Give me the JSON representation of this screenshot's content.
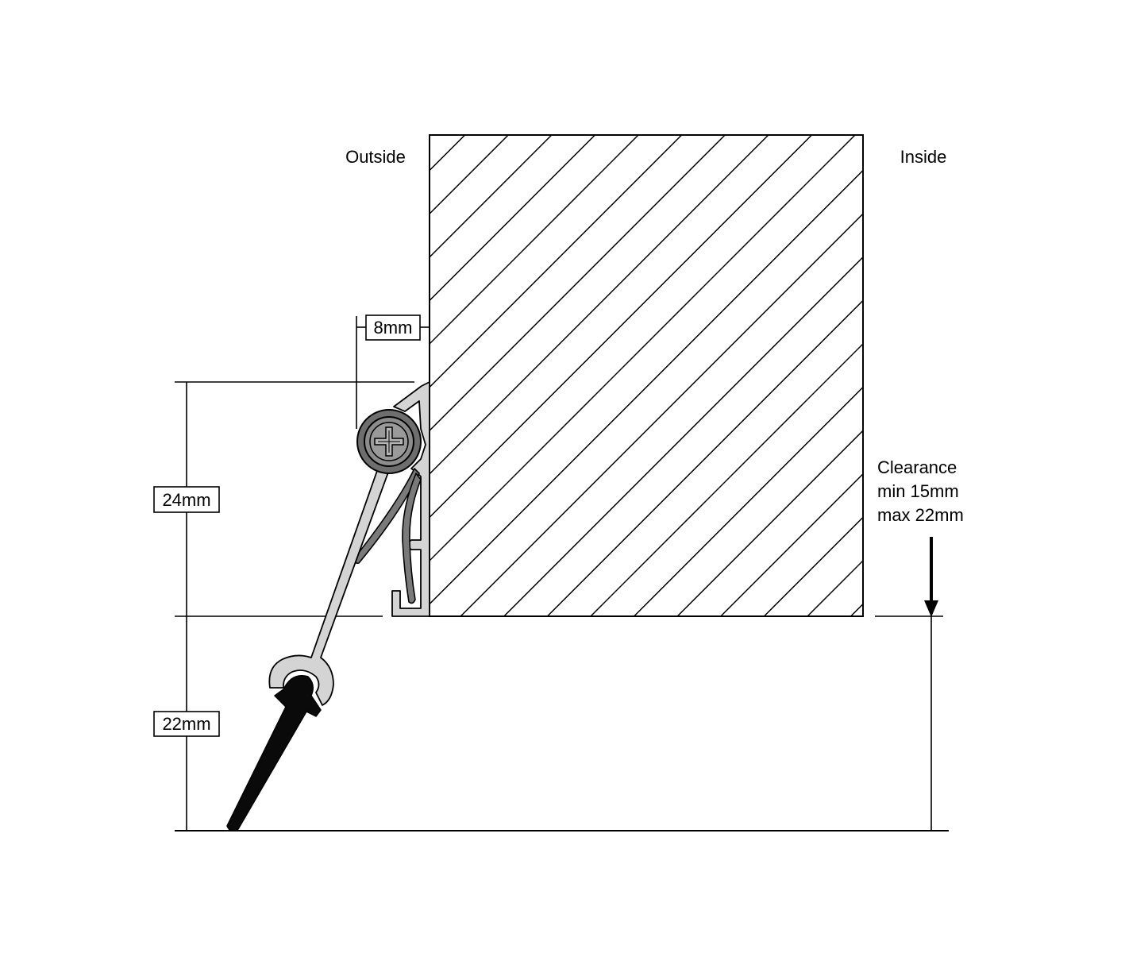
{
  "labels": {
    "outside": "Outside",
    "inside": "Inside",
    "clearance_1": "Clearance",
    "clearance_2": "min 15mm",
    "clearance_3": "max 22mm"
  },
  "dimensions": {
    "offset": "8mm",
    "seal_height": "24mm",
    "gap_height": "22mm"
  },
  "colors": {
    "line": "#000000",
    "aluminium_fill": "#d4d4d4",
    "rubber_fill": "#7a7a7a",
    "screw_fill": "#6e6e6e",
    "brush_fill": "#0a0a0a"
  }
}
